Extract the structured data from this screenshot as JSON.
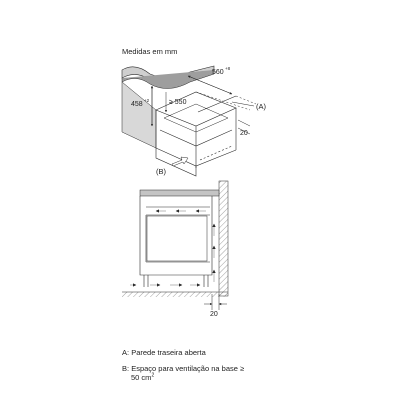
{
  "header": {
    "title": "Medidas em mm"
  },
  "dimensions": {
    "depth": "560",
    "depth_sup": "+8",
    "height": "458",
    "height_sup": "+2",
    "min_height": "≥ 550",
    "gap_top": "20",
    "gap_bottom": "20"
  },
  "callouts": {
    "a": "(A)",
    "b": "(B)"
  },
  "legend": {
    "a_key": "A:",
    "a_text": "Parede traseira aberta",
    "b_key": "B:",
    "b_text": "Espaço para ventilação na base ≥",
    "b_cont": "50 cm",
    "b_cont_sup": "2"
  },
  "colors": {
    "line": "#2a2a2a",
    "shade": "#bdbdbd",
    "hatch": "#8a8a8a",
    "airflow": "#9a9a9a"
  }
}
